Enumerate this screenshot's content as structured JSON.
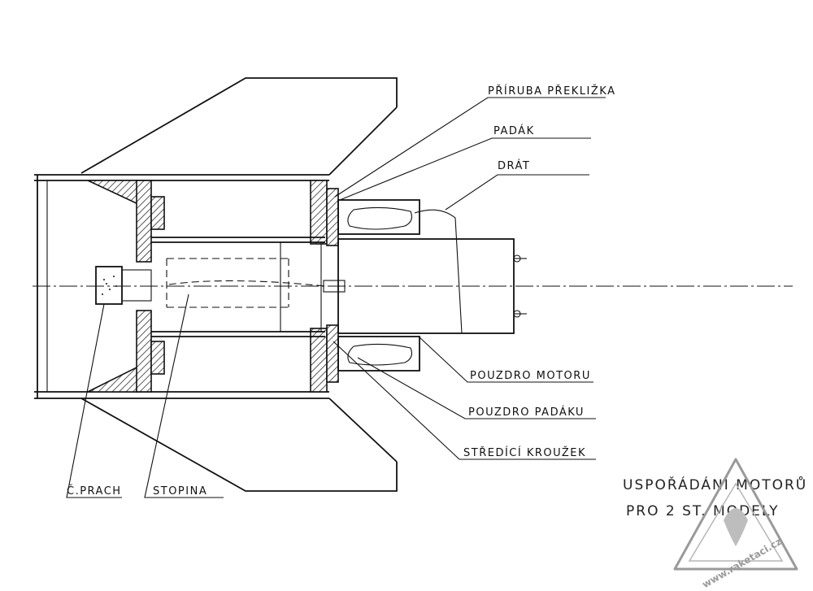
{
  "labels": {
    "flange": "PŘÍRUBA PŘEKLIŽKA",
    "parachute": "PADÁK",
    "wire": "DRÁT",
    "motor_tube": "POUZDRO MOTORU",
    "parachute_tube": "POUZDRO PADÁKU",
    "centering_ring": "STŘEDÍCÍ KROUŽEK",
    "black_powder": "Č.PRACH",
    "fuse": "STOPINA"
  },
  "title": {
    "line1": "USPOŘÁDÁNÍ MOTORŮ",
    "line2": "PRO 2 ST. MODELY"
  },
  "watermark": {
    "text": "www.raketaci.cz"
  }
}
